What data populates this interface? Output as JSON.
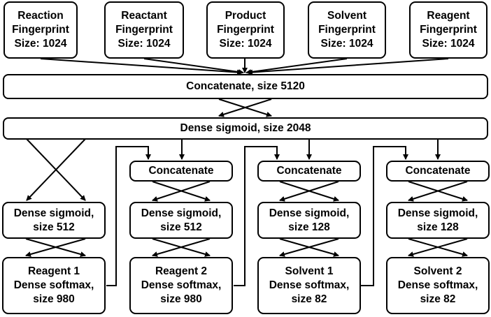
{
  "inputs": [
    {
      "line1": "Reaction",
      "line2": "Fingerprint",
      "line3": "Size: 1024"
    },
    {
      "line1": "Reactant",
      "line2": "Fingerprint",
      "line3": "Size: 1024"
    },
    {
      "line1": "Product",
      "line2": "Fingerprint",
      "line3": "Size: 1024"
    },
    {
      "line1": "Solvent",
      "line2": "Fingerprint",
      "line3": "Size: 1024"
    },
    {
      "line1": "Reagent",
      "line2": "Fingerprint",
      "line3": "Size: 1024"
    }
  ],
  "concat_main": "Concatenate, size 5120",
  "dense_main": "Dense sigmoid, size 2048",
  "branches": [
    {
      "concat": "",
      "hidden1": "Dense sigmoid,",
      "hidden2": "size 512",
      "out1": "Reagent 1",
      "out2": "Dense softmax,",
      "out3": "size 980"
    },
    {
      "concat": "Concatenate",
      "hidden1": "Dense sigmoid,",
      "hidden2": "size 512",
      "out1": "Reagent 2",
      "out2": "Dense softmax,",
      "out3": "size 980"
    },
    {
      "concat": "Concatenate",
      "hidden1": "Dense sigmoid,",
      "hidden2": "size 128",
      "out1": "Solvent 1",
      "out2": "Dense softmax,",
      "out3": "size 82"
    },
    {
      "concat": "Concatenate",
      "hidden1": "Dense sigmoid,",
      "hidden2": "size 128",
      "out1": "Solvent 2",
      "out2": "Dense softmax,",
      "out3": "size 82"
    }
  ]
}
